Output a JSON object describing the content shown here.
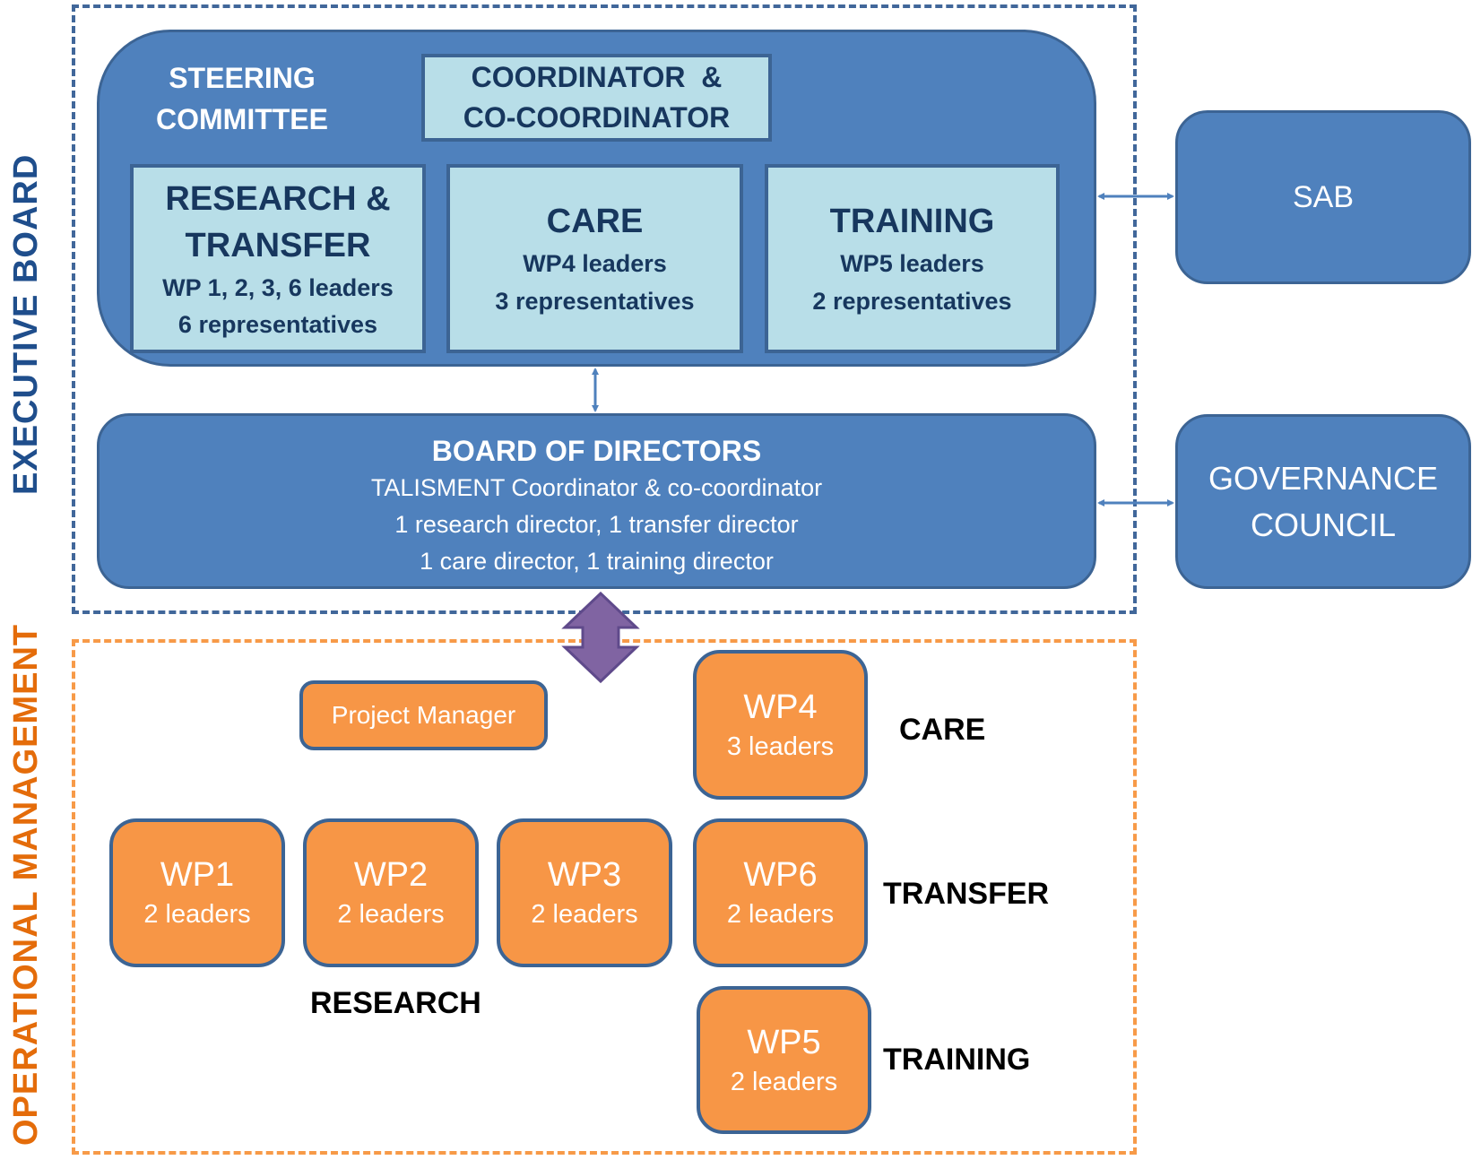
{
  "sections": {
    "executive_board_label": "EXECUTIVE BOARD",
    "operational_management_label": "OPERATIONAL MANAGEMENT"
  },
  "steering_committee": {
    "title_line1": "STEERING",
    "title_line2": "COMMITTEE",
    "coordinator": {
      "line1": "COORDINATOR  &",
      "line2": "CO-COORDINATOR"
    },
    "groups": [
      {
        "title_line1": "RESEARCH &",
        "title_line2": "TRANSFER",
        "leaders": "WP 1, 2, 3, 6 leaders",
        "representatives": "6 representatives"
      },
      {
        "title_line1": "CARE",
        "leaders": "WP4 leaders",
        "representatives": "3 representatives"
      },
      {
        "title_line1": "TRAINING",
        "leaders": "WP5 leaders",
        "representatives": "2 representatives"
      }
    ]
  },
  "board_of_directors": {
    "title": "BOARD OF DIRECTORS",
    "lines": [
      "TALISMENT Coordinator & co-coordinator",
      "1 research director, 1 transfer director",
      "1 care director, 1 training director"
    ]
  },
  "external": {
    "sab": "SAB",
    "governance_line1": "GOVERNANCE",
    "governance_line2": "COUNCIL"
  },
  "operational": {
    "project_manager": "Project Manager",
    "work_packages": [
      {
        "id": "WP1",
        "leaders": "2 leaders"
      },
      {
        "id": "WP2",
        "leaders": "2 leaders"
      },
      {
        "id": "WP3",
        "leaders": "2 leaders"
      },
      {
        "id": "WP4",
        "leaders": "3 leaders"
      },
      {
        "id": "WP6",
        "leaders": "2 leaders"
      },
      {
        "id": "WP5",
        "leaders": "2 leaders"
      }
    ],
    "group_labels": {
      "research": "RESEARCH",
      "care": "CARE",
      "transfer": "TRANSFER",
      "training": "TRAINING"
    }
  },
  "colors": {
    "executive_blue": "#4f81bd",
    "dark_blue_border": "#3c6494",
    "light_blue_fill": "#b8dee8",
    "operational_orange": "#f79646",
    "connector_purple": "#8064a2",
    "label_orange": "#e46c0a",
    "label_blue": "#1f4e8c"
  }
}
